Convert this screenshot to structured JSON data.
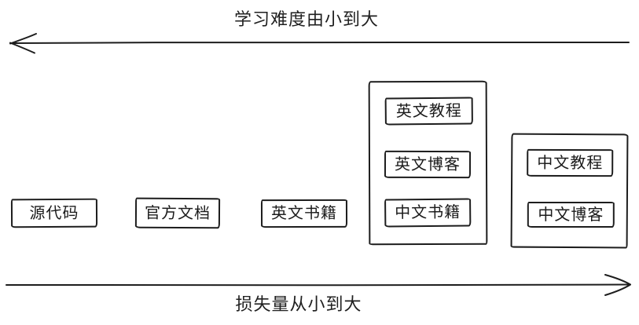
{
  "top_axis": {
    "label": "学习难度由小到大",
    "arrow_direction": "left"
  },
  "bottom_axis": {
    "label": "损失量从小到大",
    "arrow_direction": "right"
  },
  "boxes": [
    {
      "label": "源代码"
    },
    {
      "label": "官方文档"
    },
    {
      "label": "英文书籍"
    }
  ],
  "groups": [
    {
      "items": [
        {
          "label": "英文教程"
        },
        {
          "label": "英文博客"
        },
        {
          "label": "中文书籍"
        }
      ]
    },
    {
      "items": [
        {
          "label": "中文教程"
        },
        {
          "label": "中文博客"
        }
      ]
    }
  ],
  "colors": {
    "stroke": "#1d1d1d",
    "background": "#ffffff"
  }
}
